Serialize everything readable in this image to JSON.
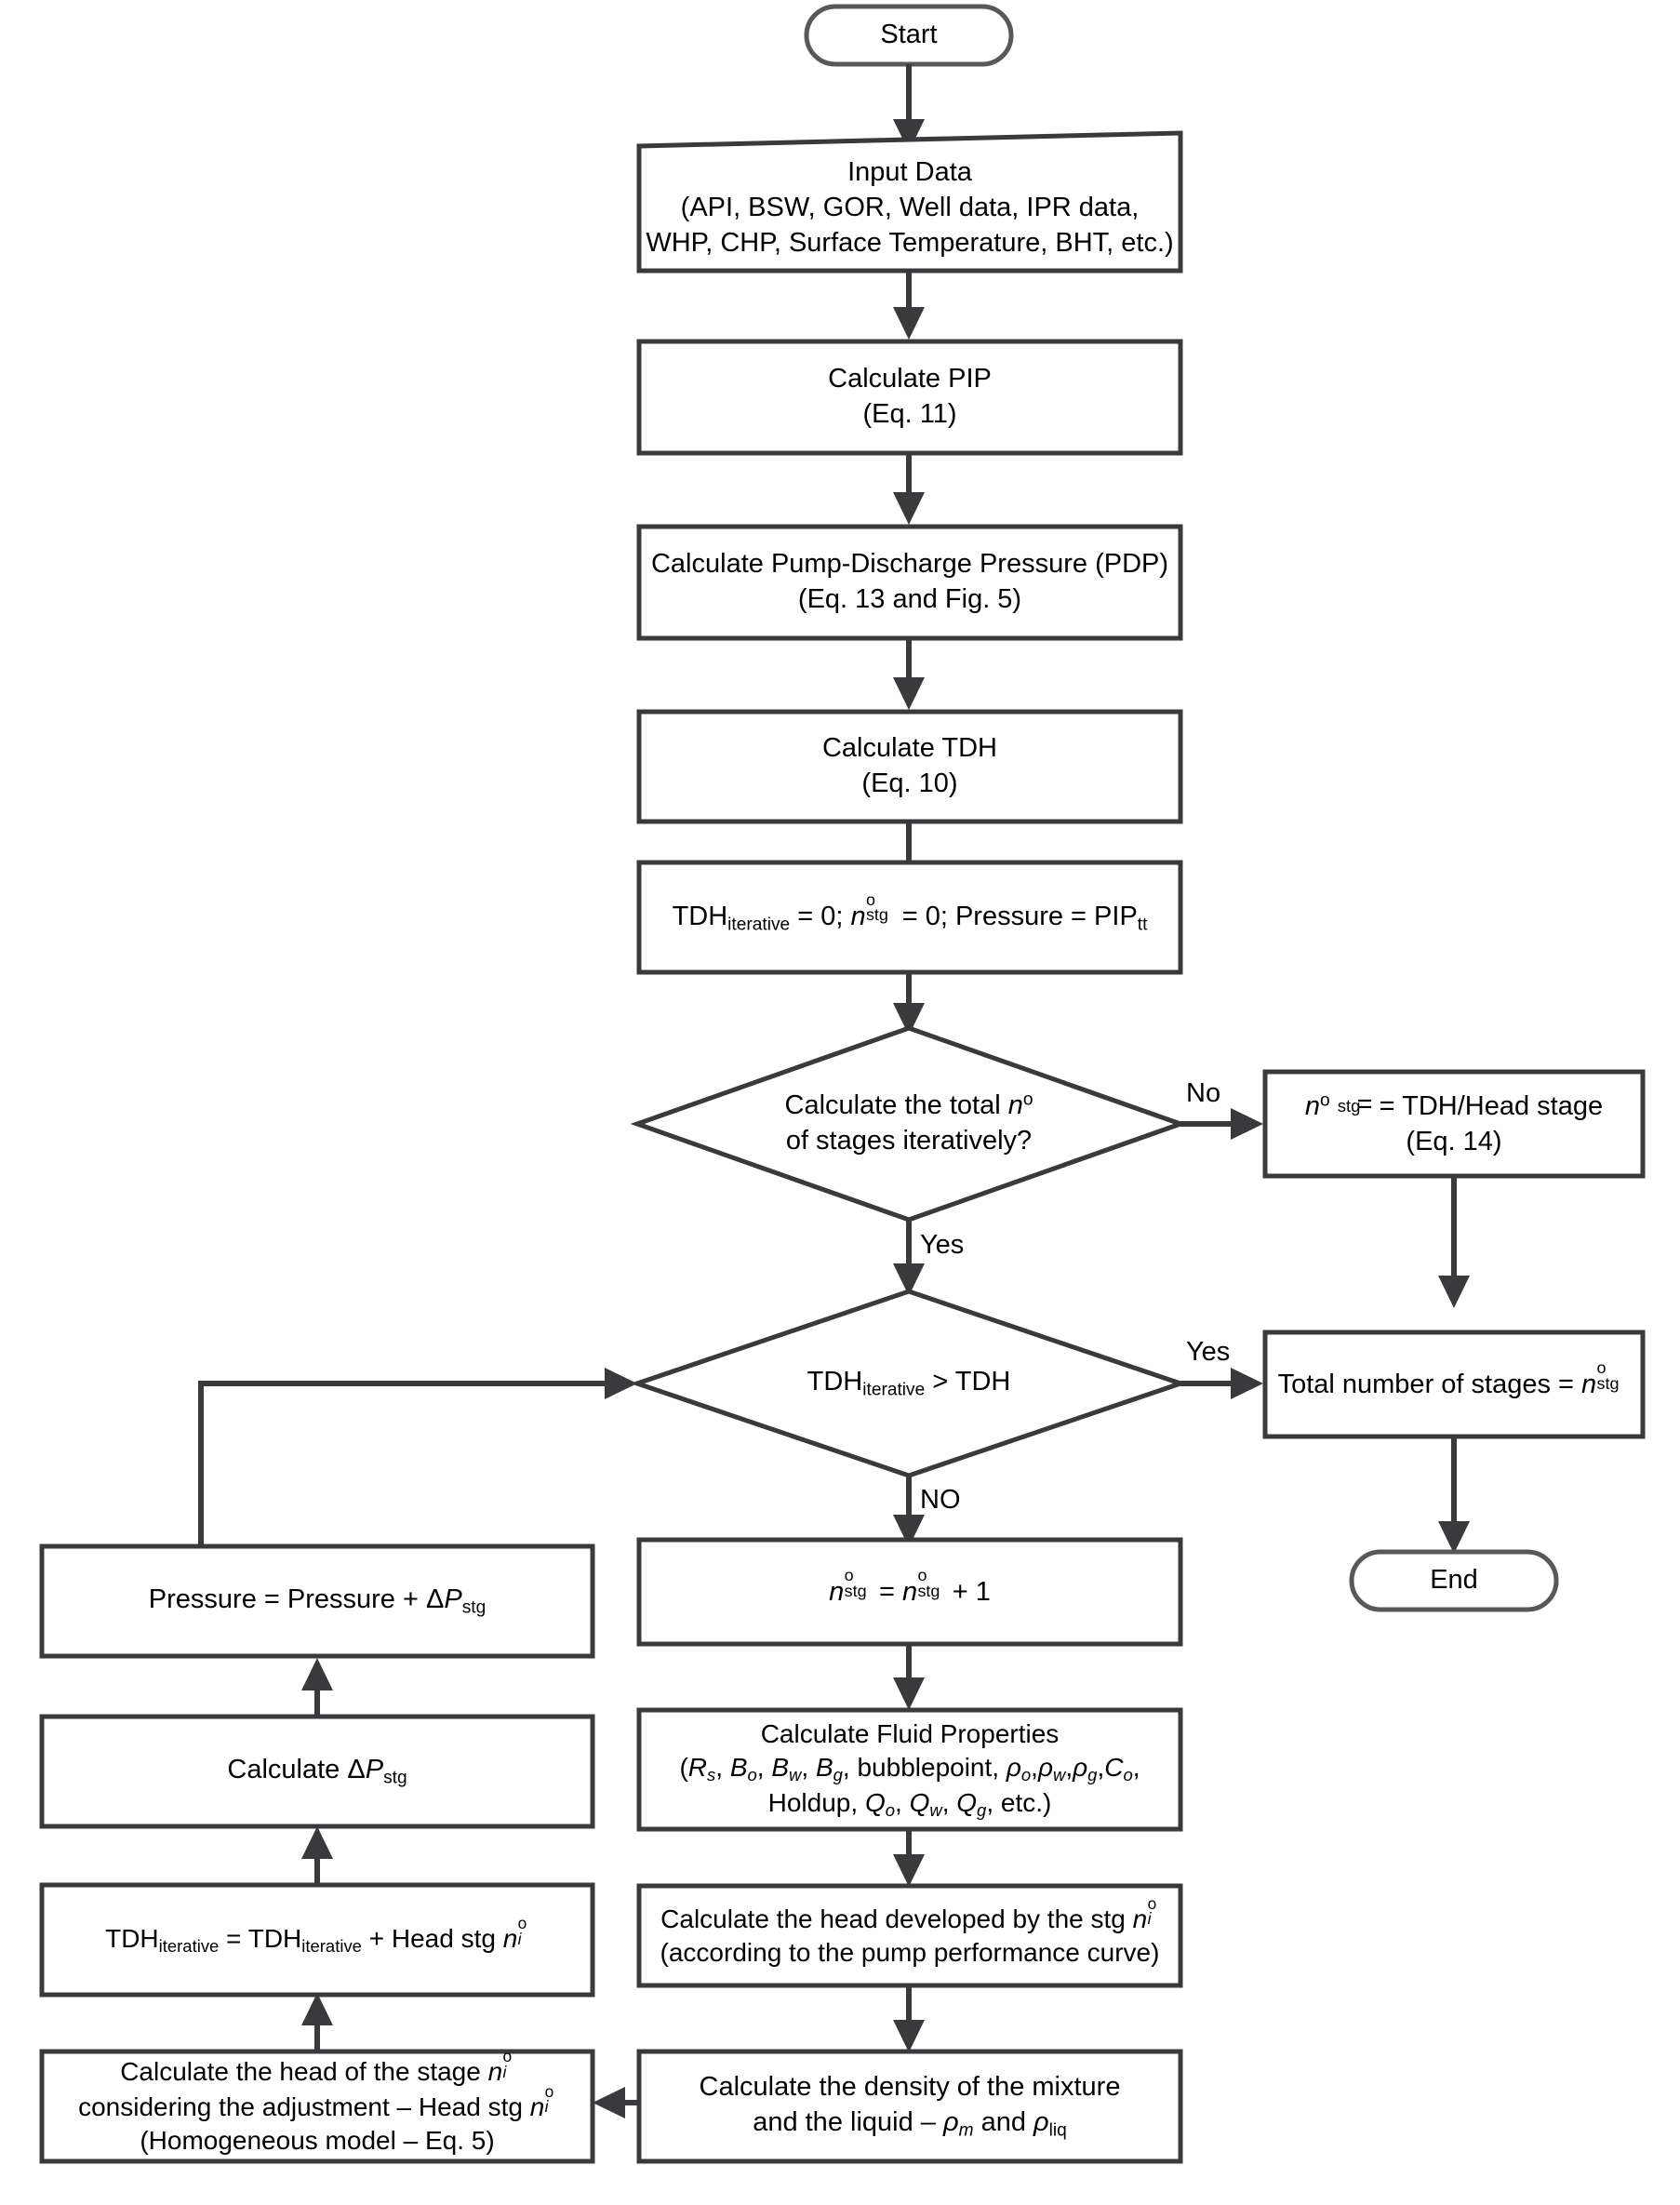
{
  "diagram": {
    "title": "ESP total number of stages calculation flowchart",
    "type": "flowchart",
    "colors": {
      "stroke": "#3a3a3c",
      "fill": "#ffffff",
      "text": "#000000"
    },
    "nodes": [
      {
        "id": "start",
        "shape": "terminator",
        "label": "Start"
      },
      {
        "id": "input-data",
        "shape": "skewed-rectangle",
        "lines": [
          "Input Data",
          "(API, BSW, GOR, Well data, IPR data,",
          "WHP, CHP, Surface Temperature, BHT, etc.)"
        ]
      },
      {
        "id": "calculate-pip",
        "shape": "process",
        "lines": [
          "Calculate PIP",
          "(Eq. 11)"
        ]
      },
      {
        "id": "calculate-pdp",
        "shape": "process",
        "lines": [
          "Calculate Pump-Discharge Pressure (PDP)",
          "(Eq. 13 and Fig. 5)"
        ]
      },
      {
        "id": "calculate-tdh",
        "shape": "process",
        "lines": [
          "Calculate TDH",
          "(Eq. 10)"
        ]
      },
      {
        "id": "initialize",
        "shape": "process",
        "lines": [
          "TDH_iterative = 0; n°_stg = 0; Pressure = PIP_tt"
        ]
      },
      {
        "id": "decision-iterative",
        "shape": "decision",
        "lines": [
          "Calculate the total n°",
          "of stages iteratively?"
        ]
      },
      {
        "id": "nstg-direct",
        "shape": "process",
        "lines": [
          "n° stg = TDH/Head stage",
          "(Eq. 14)"
        ]
      },
      {
        "id": "decision-tdh-compare",
        "shape": "decision",
        "lines": [
          "TDH_iterative > TDH"
        ]
      },
      {
        "id": "total-stages",
        "shape": "process",
        "lines": [
          "Total number of stages = n°_stg"
        ]
      },
      {
        "id": "end",
        "shape": "terminator",
        "label": "End"
      },
      {
        "id": "increment-stage",
        "shape": "process",
        "lines": [
          "n°_stg = n°_stg + 1"
        ]
      },
      {
        "id": "fluid-properties",
        "shape": "process",
        "lines": [
          "Calculate Fluid Properties",
          "(R_s, B_o, B_w, B_g, bubblepoint, ρ_o,ρ_w,ρ_g,C_o,",
          "Holdup, Q_o, Q_w, Q_g, etc.)"
        ]
      },
      {
        "id": "head-developed",
        "shape": "process",
        "lines": [
          "Calculate the head developed by the stg n°_i",
          "(according to the pump performance curve)"
        ]
      },
      {
        "id": "density-mixture",
        "shape": "process",
        "lines": [
          "Calculate the density of the mixture",
          "and the liquid – ρ_m and ρ_liq"
        ]
      },
      {
        "id": "head-adjusted",
        "shape": "process",
        "lines": [
          "Calculate the head of the stage n°_i",
          "considering the adjustment – Head stg n°_i",
          "(Homogeneous model – Eq. 5)"
        ]
      },
      {
        "id": "tdh-accumulate",
        "shape": "process",
        "lines": [
          "TDH_iterative = TDH_iterative + Head stg n°_i"
        ]
      },
      {
        "id": "calculate-dp",
        "shape": "process",
        "lines": [
          "Calculate ΔP_stg"
        ]
      },
      {
        "id": "pressure-update",
        "shape": "process",
        "lines": [
          "Pressure = Pressure + ΔP_stg"
        ]
      }
    ],
    "edge_labels": {
      "decision_iterative_no": "No",
      "decision_iterative_yes": "Yes",
      "decision_compare_yes": "Yes",
      "decision_compare_no": "NO"
    },
    "text": {
      "start": "Start",
      "end": "End",
      "input_l1": "Input Data",
      "input_l2": "(API, BSW, GOR, Well data, IPR data,",
      "input_l3": "WHP, CHP, Surface Temperature, BHT, etc.)",
      "pip_l1": "Calculate PIP",
      "pip_l2": "(Eq. 11)",
      "pdp_l1": "Calculate Pump-Discharge Pressure (PDP)",
      "pdp_l2": "(Eq. 13 and Fig. 5)",
      "tdh_l1": "Calculate TDH",
      "tdh_l2": "(Eq. 10)",
      "dec1_l1": "Calculate the total",
      "dec1_l2": "of stages iteratively?",
      "nstg_direct_l2": "(Eq. 14)",
      "nstg_direct_rhs": "= TDH/Head stage",
      "total_stages_lhs": "Total number of stages =",
      "fluid_l1": "Calculate Fluid Properties",
      "fluid_l3_holdup": "Holdup,",
      "fluid_l3_etc": "etc.)",
      "head_dev_l1": "Calculate the head developed by the stg",
      "head_dev_l2": "(according to the pump performance curve)",
      "density_l1": "Calculate the density of the mixture",
      "density_l2_pre": "and the liquid –",
      "density_l2_and": "and",
      "head_adj_l1": "Calculate the head of the stage",
      "head_adj_l2": "considering the adjustment – Head stg",
      "head_adj_l3": "(Homogeneous model – Eq. 5)",
      "tdh_acc_tail": "+ Head stg",
      "calc_dp_pre": "Calculate",
      "pressure_pre": "Pressure = Pressure +",
      "bubblepoint": "bubblepoint,"
    }
  }
}
